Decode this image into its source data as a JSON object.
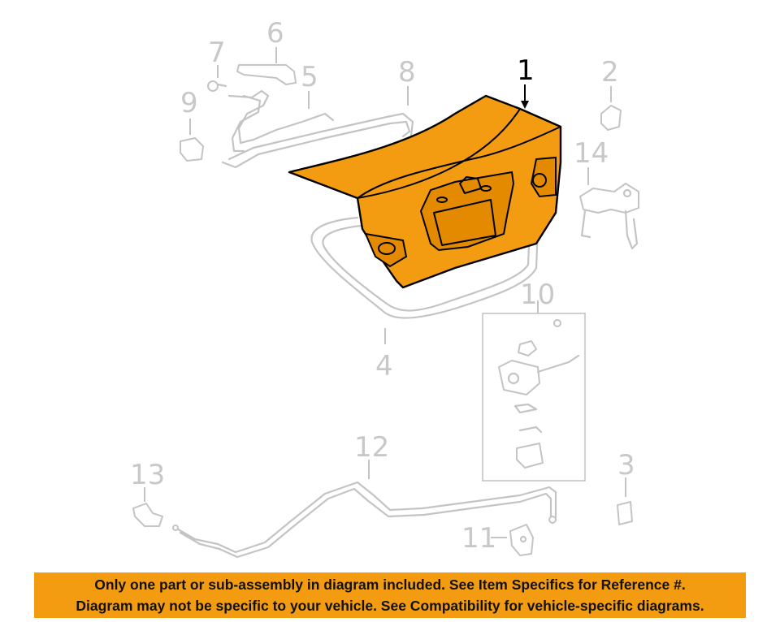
{
  "callouts": [
    {
      "id": "1",
      "label": "1"
    },
    {
      "id": "2",
      "label": "2"
    },
    {
      "id": "3",
      "label": "3"
    },
    {
      "id": "4",
      "label": "4"
    },
    {
      "id": "5",
      "label": "5"
    },
    {
      "id": "6",
      "label": "6"
    },
    {
      "id": "7",
      "label": "7"
    },
    {
      "id": "8",
      "label": "8"
    },
    {
      "id": "9",
      "label": "9"
    },
    {
      "id": "10",
      "label": "10"
    },
    {
      "id": "11",
      "label": "11"
    },
    {
      "id": "12",
      "label": "12"
    },
    {
      "id": "13",
      "label": "13"
    },
    {
      "id": "14",
      "label": "14"
    }
  ],
  "highlight_color": "#f39c12",
  "notice": {
    "line1": "Only one part or sub-assembly in diagram included. See Item Specifics for Reference #.",
    "line2": "Diagram may not be specific to your vehicle. See Compatibility for vehicle-specific diagrams."
  }
}
